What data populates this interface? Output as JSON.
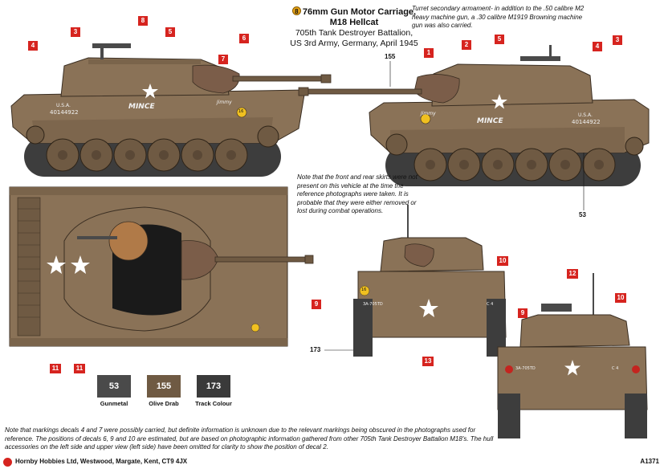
{
  "title": {
    "number": "8",
    "line1": "76mm Gun Motor Carriage,",
    "line2": "M18 Hellcat",
    "line3": "705th Tank Destroyer Battalion,",
    "line4": "US 3rd Army, Germany, April 1945"
  },
  "notes": {
    "secondary_armament": "Turret secondary armament- in addition to the .50 calibre M2 heavy machine gun, a .30 calibre M1919 Browning machine gun was also carried.",
    "skirts": "Note that the front and rear skirts were not present on this vehicle at the time the reference photographs were taken. It is probable that they were either removed or lost during combat operations.",
    "footnote": "Note that markings decals 4 and 7 were possibly carried, but definite information is unknown due to the relevant markings being obscured in the photographs used for reference. The positions of decals 6, 9 and 10 are estimated, but are based on photographic information gathered from other 705th Tank Destroyer Battalion M18's. The hull accessories on the left side and upper view (left side) have been omitted for clarity to show the position of decal 2."
  },
  "decal_badges": {
    "left_side": [
      "3",
      "8",
      "5",
      "6",
      "7",
      "4"
    ],
    "right_side": [
      "1",
      "2",
      "5",
      "4",
      "3"
    ],
    "top_view": [
      "11",
      "11"
    ],
    "front_view": [
      "10",
      "9",
      "13"
    ],
    "rear_view": [
      "12",
      "9",
      "10"
    ]
  },
  "paint_refs": {
    "gun": "155",
    "skirt_pointer": "53",
    "front_track": "173"
  },
  "paints": [
    {
      "code": "53",
      "name": "Gunmetal",
      "color": "#4a4a4a"
    },
    {
      "code": "155",
      "name": "Olive Drab",
      "color": "#6f5a43"
    },
    {
      "code": "173",
      "name": "Track Colour",
      "color": "#3a3a3a"
    }
  ],
  "markings": {
    "usa": "U.S.A.",
    "serial": "40144922",
    "name": "MINCE",
    "nickname": "Jimmy",
    "unit_code": "3A-705TD",
    "bridge_class": "16",
    "company": "C 4"
  },
  "footer": {
    "company": "Hornby Hobbies Ltd, Westwood, Margate, Kent, CT9 4JX",
    "code": "A1371"
  },
  "colors": {
    "hull": "#8a7257",
    "hull_dark": "#6f5a43",
    "hull_shadow": "#5a4836",
    "track": "#3d3d3d",
    "mantlet_cover": "#7b5d49",
    "badge": "#d6241f",
    "bridge_yellow": "#f0c020",
    "star_white": "#ffffff"
  }
}
